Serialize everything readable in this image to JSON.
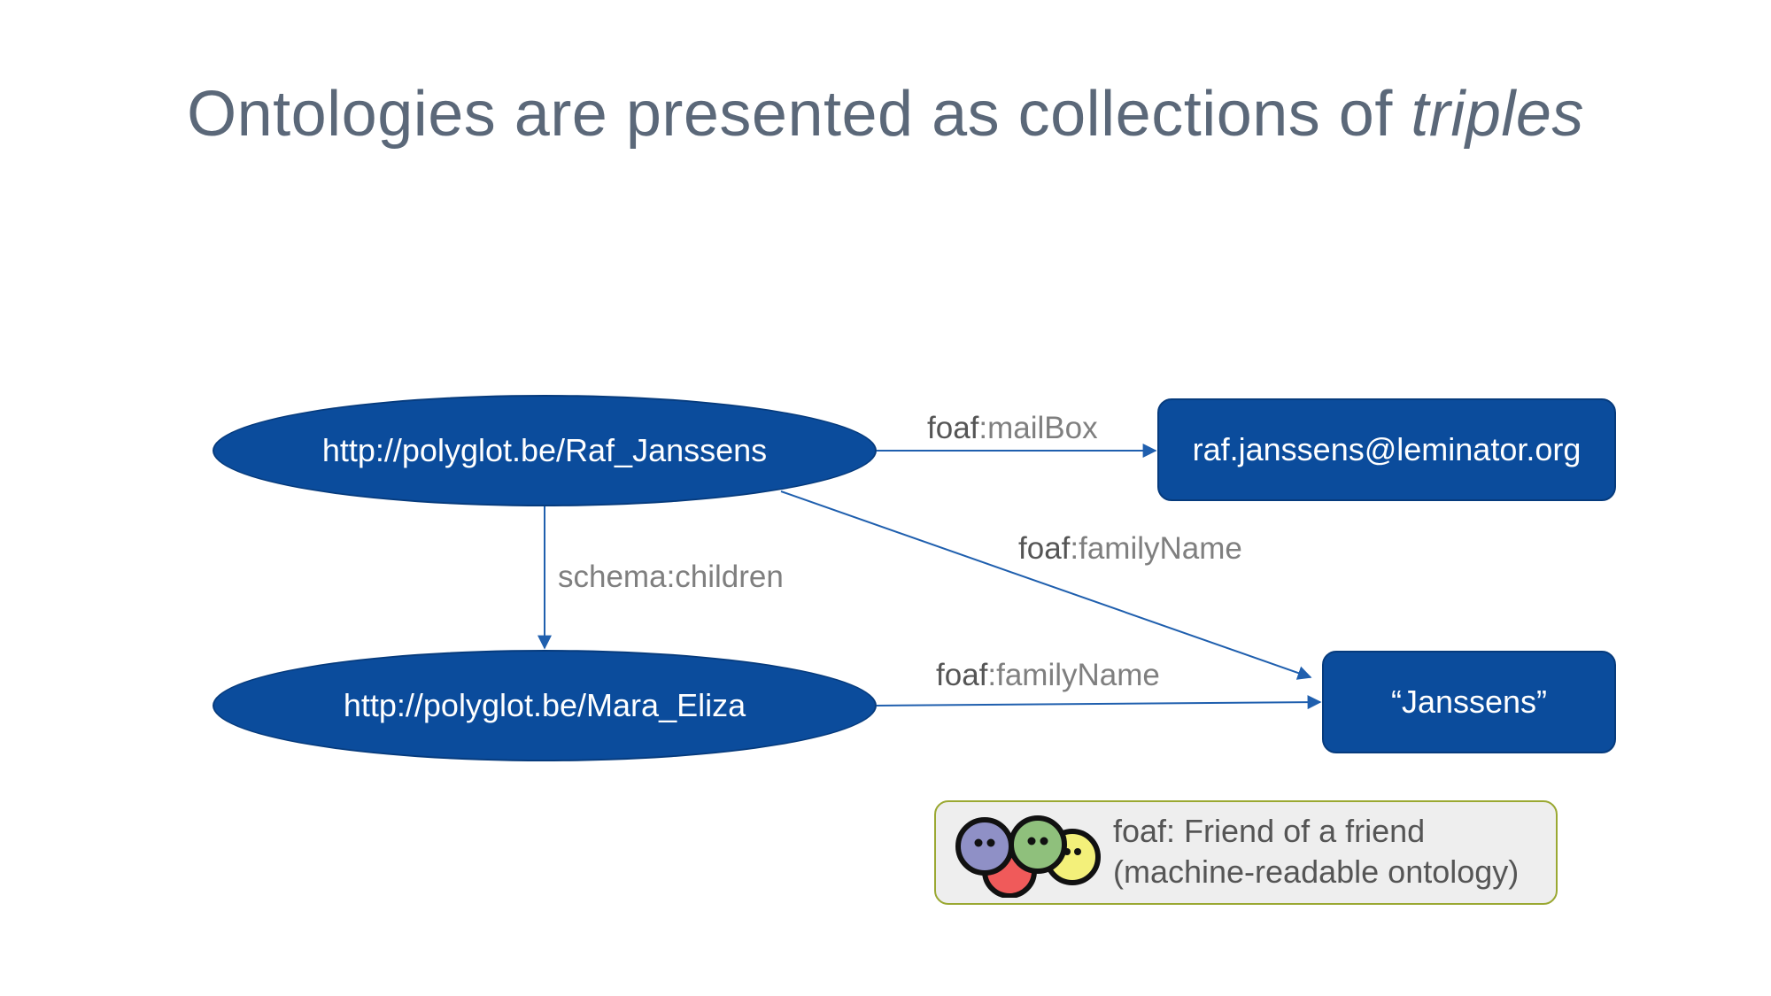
{
  "title": {
    "text": "Ontologies are presented as collections of ",
    "emphasis": "triples"
  },
  "nodes": {
    "raf": "http://polyglot.be/Raf_Janssens",
    "mara": "http://polyglot.be/Mara_Eliza",
    "email": "raf.janssens@leminator.org",
    "janssens": "“Janssens”"
  },
  "edges": {
    "mailbox": {
      "prefix": "foaf",
      "property": ":mailBox"
    },
    "children": {
      "prefix": "schema",
      "property": ":children"
    },
    "family_name_raf": {
      "prefix": "foaf",
      "property": ":familyName"
    },
    "family_name_mara": {
      "prefix": "foaf",
      "property": ":familyName"
    }
  },
  "legend": {
    "line1": "foaf: Friend of a friend",
    "line2": "(machine-readable ontology)",
    "logo_icon": "foaf-smiley-faces-logo"
  },
  "colors": {
    "node_fill": "#0b4c9c",
    "edge": "#1f5fae",
    "legend_border": "#9aa832",
    "title": "#5b6879"
  }
}
